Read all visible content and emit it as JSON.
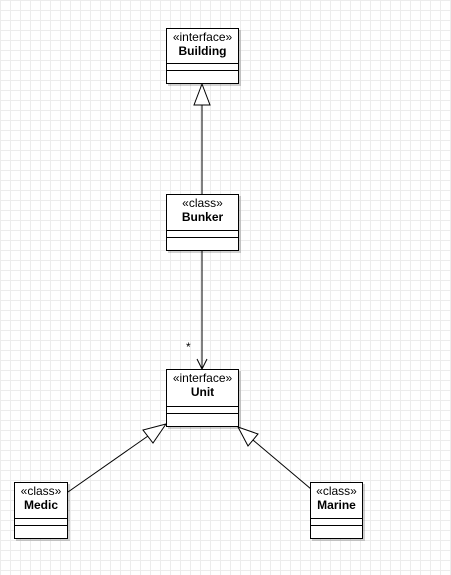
{
  "classes": {
    "building": {
      "stereotype": "«interface»",
      "name": "Building"
    },
    "bunker": {
      "stereotype": "«class»",
      "name": "Bunker"
    },
    "unit": {
      "stereotype": "«interface»",
      "name": "Unit"
    },
    "medic": {
      "stereotype": "«class»",
      "name": "Medic"
    },
    "marine": {
      "stereotype": "«class»",
      "name": "Marine"
    }
  },
  "associations": {
    "bunker_unit": {
      "multiplicity": "*"
    }
  },
  "relationships": [
    {
      "from": "Bunker",
      "to": "Building",
      "type": "realization"
    },
    {
      "from": "Bunker",
      "to": "Unit",
      "type": "navigable-association"
    },
    {
      "from": "Medic",
      "to": "Unit",
      "type": "realization"
    },
    {
      "from": "Marine",
      "to": "Unit",
      "type": "realization"
    }
  ]
}
